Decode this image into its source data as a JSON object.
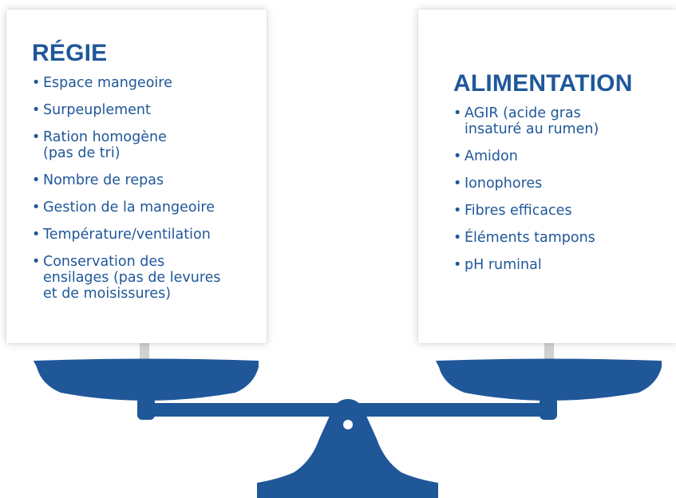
{
  "colors": {
    "brand_blue": "#1f5799",
    "scale_blue": "#1f5799",
    "post_gray": "#d2d2d2"
  },
  "left_panel": {
    "title": "RÉGIE",
    "bullet": "•",
    "items": [
      "Espace mangeoire",
      "Surpeuplement",
      "Ration homogène\n(pas de tri)",
      "Nombre de repas",
      "Gestion de la mangeoire",
      "Température/ventilation",
      "Conservation des\nensilages (pas de levures\net de moisissures)"
    ]
  },
  "right_panel": {
    "title": "ALIMENTATION",
    "bullet": "•",
    "items": [
      "AGIR (acide gras\ninsaturé au rumen)",
      "Amidon",
      "Ionophores",
      "Fibres efficaces",
      "Éléments tampons",
      "pH ruminal"
    ]
  }
}
